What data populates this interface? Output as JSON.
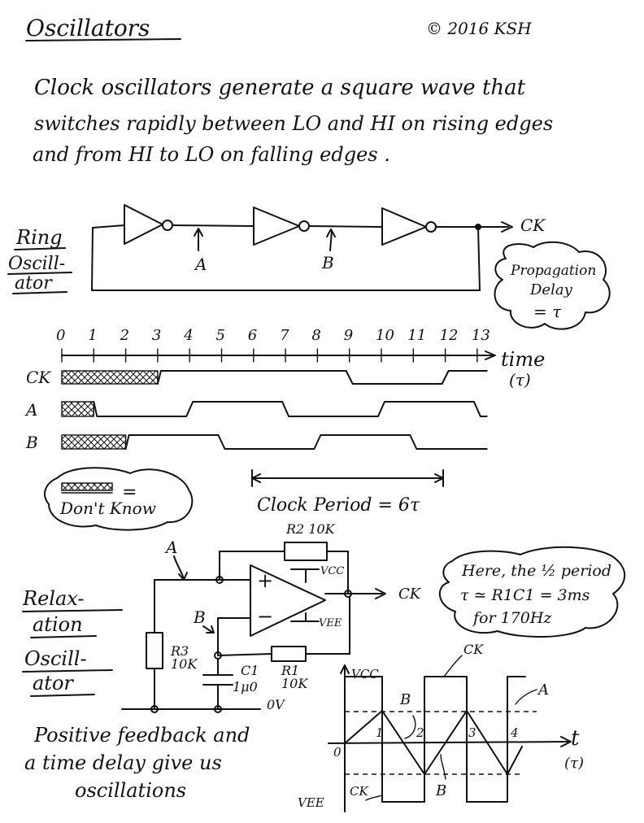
{
  "header": {
    "title": "Oscillators",
    "copyright": "© 2016 KSH"
  },
  "intro": {
    "line1": "Clock oscillators generate a square wave that",
    "line2": "switches rapidly between LO and HI on rising edges",
    "line3": "and from HI to LO on falling edges ."
  },
  "ring": {
    "label_line1": "Ring",
    "label_line2": "Oscill-",
    "label_line3": "ator",
    "out_label": "CK",
    "node_a": "A",
    "node_b": "B",
    "bubble_line1": "Propagation",
    "bubble_line2": "Delay",
    "bubble_line3": "= τ"
  },
  "timing": {
    "ticks": [
      "0",
      "1",
      "2",
      "3",
      "4",
      "5",
      "6",
      "7",
      "8",
      "9",
      "10",
      "11",
      "12",
      "13"
    ],
    "axis_label": "time",
    "axis_unit": "(τ)",
    "signals": [
      {
        "name": "CK",
        "unknown_until": 3,
        "edges": [
          3,
          9,
          12
        ],
        "initial": "low"
      },
      {
        "name": "A",
        "unknown_until": 1,
        "edges": [
          1,
          4,
          7,
          10,
          13
        ],
        "initial": "high"
      },
      {
        "name": "B",
        "unknown_until": 2,
        "edges": [
          2,
          5,
          8,
          11
        ],
        "initial": "low"
      }
    ],
    "legend_eq": "=",
    "legend_text": "Don't Know",
    "period_label": "Clock Period = 6τ"
  },
  "relax": {
    "label_line1": "Relax-",
    "label_line2": "ation",
    "label_line3": "Oscill-",
    "label_line4": "ator",
    "r2": "R2 10K",
    "vcc": "VCC",
    "vee": "VEE",
    "plus": "+",
    "minus": "−",
    "node_a": "A",
    "node_b": "B",
    "out_label": "CK",
    "r3_name": "R3",
    "r3_val": "10K",
    "c1_name": "C1",
    "c1_val": "1μ0",
    "r1_name": "R1",
    "r1_val": "10K",
    "gnd": "0V",
    "bubble_line1": "Here, the ½ period",
    "bubble_line2": "τ ≃ R1C1 = 3ms",
    "bubble_line3": "for 170Hz"
  },
  "wave": {
    "vcc_label": "VCC",
    "vee_label": "VEE",
    "ck_top": "CK",
    "ck_bottom": "CK",
    "a_label": "A",
    "b_label_top": "B",
    "b_label_bottom": "B",
    "ticks": [
      "0",
      "1",
      "2",
      "3",
      "4"
    ],
    "axis_label": "t",
    "axis_unit": "(τ)"
  },
  "footer": {
    "line1": "Positive feedback and",
    "line2": "a time delay give us",
    "line3": "oscillations"
  }
}
